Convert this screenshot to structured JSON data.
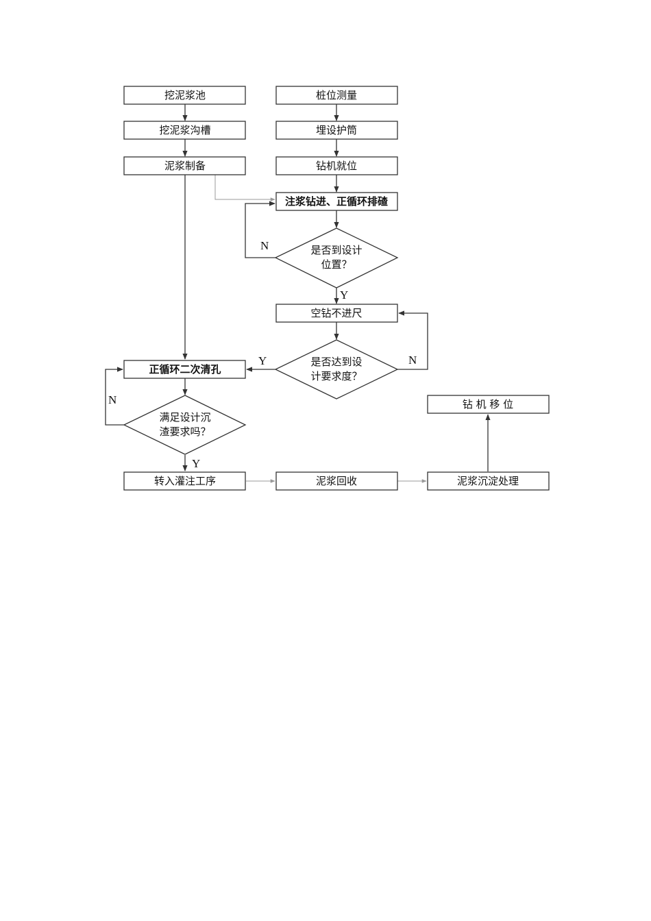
{
  "nodes": {
    "dig_pit": "挖泥浆池",
    "dig_trench": "挖泥浆沟槽",
    "mud_prep": "泥浆制备",
    "pile_survey": "桩位测量",
    "casing": "埋设护筒",
    "rig_position": "钻机就位",
    "drilling": "注浆钻进、正循环排碴",
    "q_position_1": "是否到设计",
    "q_position_2": "位置？",
    "idle_drill": "空钻不进尺",
    "q_depth_1": "是否达到设",
    "q_depth_2": "计要求度？",
    "second_clean": "正循环二次清孔",
    "q_sediment_1": "满足设计沉",
    "q_sediment_2": "渣要求吗？",
    "pouring": "转入灌注工序",
    "mud_recovery": "泥浆回收",
    "mud_settle": "泥浆沉淀处理",
    "rig_move": "钻 机 移 位"
  },
  "labels": {
    "n1": "N",
    "y1": "Y",
    "y2": "Y",
    "n2": "N",
    "n3": "N",
    "y3": "Y"
  }
}
